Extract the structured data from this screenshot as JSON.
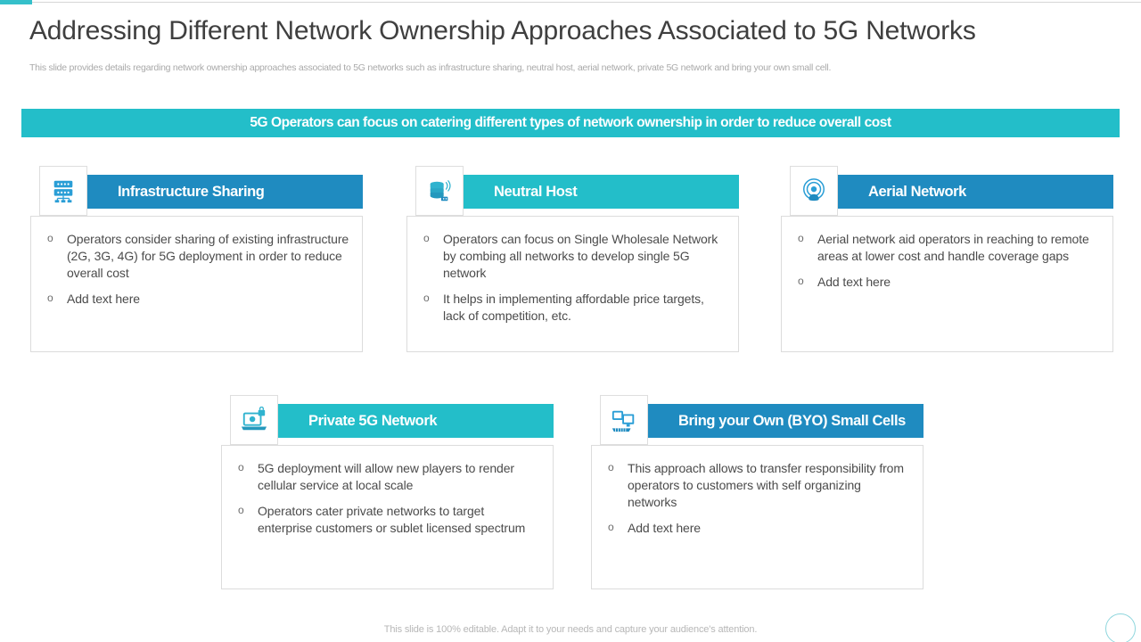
{
  "slide": {
    "title": "Addressing Different Network Ownership Approaches Associated to 5G Networks",
    "subtitle": "This slide provides details regarding network ownership approaches associated to 5G networks such as infrastructure sharing, neutral host, aerial network, private 5G network and bring your own small cell.",
    "banner": "5G Operators can focus on catering different types of network ownership in order to reduce overall cost",
    "footer": "This slide is 100% editable. Adapt it to your needs and capture your audience's attention."
  },
  "colors": {
    "teal": "#23bec9",
    "blue": "#1f8bc0",
    "accent_bar": "#35c0ca",
    "title_text": "#3f3f3f",
    "body_text": "#4b4b4b",
    "subtitle_text": "#a9a9a9",
    "card_border": "#dcdcdc",
    "footer_text": "#b7b7b7"
  },
  "cards": [
    {
      "id": "infrastructure-sharing",
      "title": "Infrastructure Sharing",
      "icon": "server-rack-icon",
      "header_color": "#1f8bc0",
      "bullets": [
        "Operators consider sharing of existing infrastructure  (2G, 3G, 4G) for 5G deployment in order to reduce overall cost",
        "Add text here"
      ]
    },
    {
      "id": "neutral-host",
      "title": "Neutral Host",
      "icon": "database-antenna-icon",
      "header_color": "#23bec9",
      "bullets": [
        "Operators can focus on Single Wholesale Network by combing all networks to develop single 5G network",
        "It helps in implementing affordable price targets, lack of competition, etc."
      ]
    },
    {
      "id": "aerial-network",
      "title": "Aerial Network",
      "icon": "broadcast-signal-icon",
      "header_color": "#1f8bc0",
      "bullets": [
        "Aerial network aid operators in reaching to remote areas at lower cost and handle coverage gaps",
        "Add text here"
      ]
    },
    {
      "id": "private-5g-network",
      "title": "Private 5G Network",
      "icon": "laptop-lock-icon",
      "header_color": "#23bec9",
      "bullets": [
        "5G deployment will allow new players to render cellular service at local scale",
        "Operators cater private networks to target enterprise customers or sublet licensed spectrum"
      ]
    },
    {
      "id": "byo-small-cells",
      "title": "Bring your Own (BYO) Small Cells",
      "icon": "monitor-devices-icon",
      "header_color": "#1f8bc0",
      "bullets": [
        "This approach allows to transfer responsibility from operators to customers with self organizing networks",
        "Add text here"
      ]
    }
  ]
}
